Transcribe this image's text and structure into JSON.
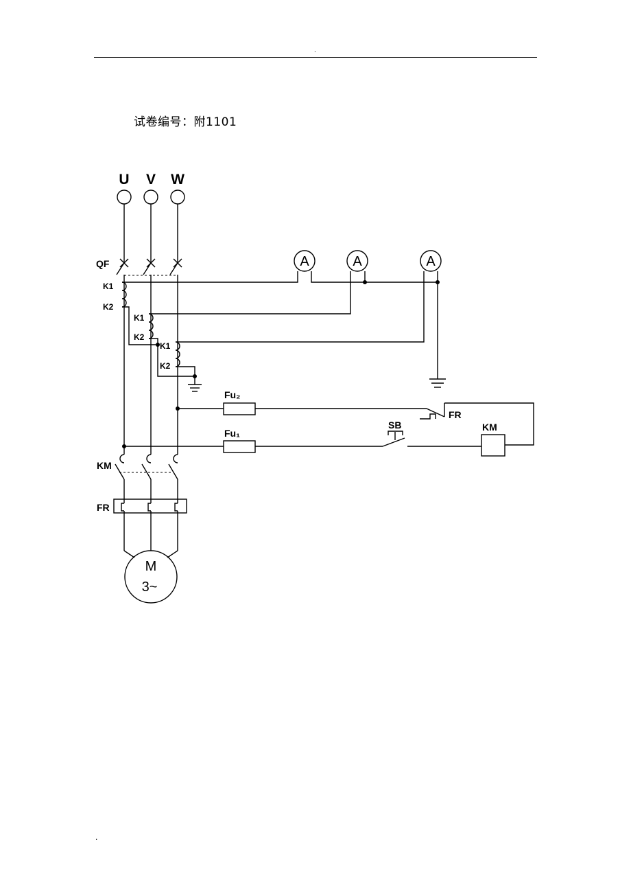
{
  "header": {
    "dot": "."
  },
  "footer": {
    "dot": "."
  },
  "document": {
    "code": "试卷编号：附1101"
  },
  "schematic": {
    "phases": [
      "U",
      "V",
      "W"
    ],
    "breaker": "QF",
    "ct_terminals": {
      "k1": "K1",
      "k2": "K2"
    },
    "meter_symbol": "A",
    "fuse_control": "Fu₂",
    "fuse_main": "Fu₁",
    "thermal_relay": "FR",
    "pushbutton": "SB",
    "contactor": "KM",
    "motor": {
      "name": "M",
      "phase": "3~"
    }
  }
}
